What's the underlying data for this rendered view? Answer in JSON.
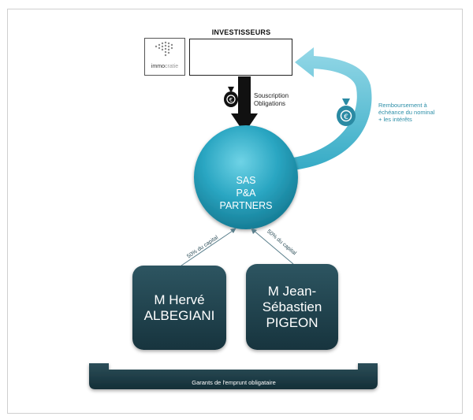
{
  "investors": {
    "title": "INVESTISSEURS",
    "icons": [
      "group-of-people-icon",
      "group-of-people-icon",
      "group-of-people-icon"
    ]
  },
  "logo": {
    "part1": "immo",
    "part2": "cratie"
  },
  "souscription": {
    "line1": "Souscription",
    "line2": "Obligations"
  },
  "remboursement": {
    "line1": "Remboursement à",
    "line2": "échéance du nominal",
    "line3": "+ les intérêts"
  },
  "company": {
    "line1": "SAS",
    "line2": "P&A",
    "line3": "PARTNERS"
  },
  "shareholders": [
    {
      "line1": "M Hervé",
      "line2": "ALBEGIANI",
      "share_label": "50% du capital"
    },
    {
      "line1": "M Jean-",
      "line2": "Sébastien",
      "line3": "PIGEON",
      "share_label": "50% du capital"
    }
  ],
  "guarantors_label": "Garants de l'emprunt obligataire",
  "colors": {
    "teal": "#2aa6c2",
    "dark": "#1c3a44",
    "remboursement_text": "#2d8fa8"
  }
}
